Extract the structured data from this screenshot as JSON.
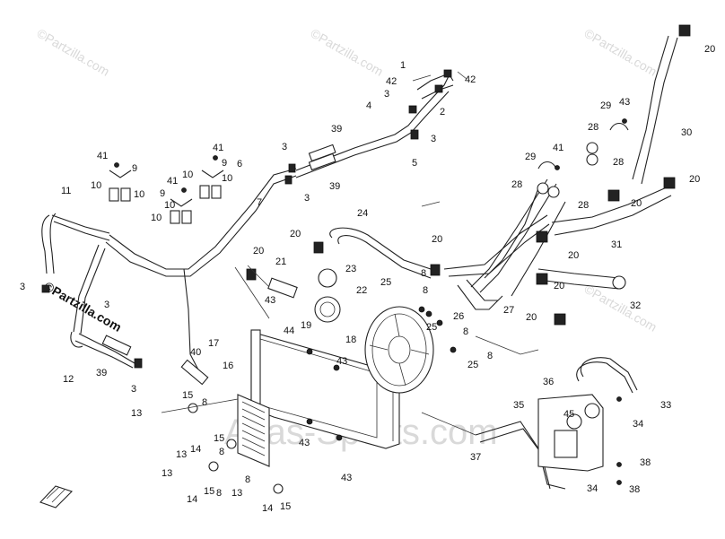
{
  "watermarks": {
    "partzilla": "©Partzilla.com",
    "partzilla_main": "©Partzilla.com",
    "center_text": "Atlas-Sports.com"
  },
  "callouts": [
    {
      "id": "c1",
      "label": "1"
    },
    {
      "id": "c2",
      "label": "2"
    },
    {
      "id": "c3a",
      "label": "3"
    },
    {
      "id": "c3b",
      "label": "3"
    },
    {
      "id": "c3c",
      "label": "3"
    },
    {
      "id": "c3d",
      "label": "3"
    },
    {
      "id": "c3e",
      "label": "3"
    },
    {
      "id": "c3f",
      "label": "3"
    },
    {
      "id": "c3g",
      "label": "3"
    },
    {
      "id": "c4",
      "label": "4"
    },
    {
      "id": "c5",
      "label": "5"
    },
    {
      "id": "c6",
      "label": "6"
    },
    {
      "id": "c7",
      "label": "7"
    },
    {
      "id": "c8a",
      "label": "8"
    },
    {
      "id": "c8b",
      "label": "8"
    },
    {
      "id": "c8c",
      "label": "8"
    },
    {
      "id": "c8d",
      "label": "8"
    },
    {
      "id": "c8e",
      "label": "8"
    },
    {
      "id": "c8f",
      "label": "8"
    },
    {
      "id": "c8g",
      "label": "8"
    },
    {
      "id": "c8h",
      "label": "8"
    },
    {
      "id": "c9a",
      "label": "9"
    },
    {
      "id": "c9b",
      "label": "9"
    },
    {
      "id": "c9c",
      "label": "9"
    },
    {
      "id": "c10a",
      "label": "10"
    },
    {
      "id": "c10b",
      "label": "10"
    },
    {
      "id": "c10c",
      "label": "10"
    },
    {
      "id": "c10d",
      "label": "10"
    },
    {
      "id": "c10e",
      "label": "10"
    },
    {
      "id": "c10f",
      "label": "10"
    },
    {
      "id": "c11",
      "label": "11"
    },
    {
      "id": "c12",
      "label": "12"
    },
    {
      "id": "c13a",
      "label": "13"
    },
    {
      "id": "c13b",
      "label": "13"
    },
    {
      "id": "c13c",
      "label": "13"
    },
    {
      "id": "c13d",
      "label": "13"
    },
    {
      "id": "c14a",
      "label": "14"
    },
    {
      "id": "c14b",
      "label": "14"
    },
    {
      "id": "c14c",
      "label": "14"
    },
    {
      "id": "c15a",
      "label": "15"
    },
    {
      "id": "c15b",
      "label": "15"
    },
    {
      "id": "c15c",
      "label": "15"
    },
    {
      "id": "c15d",
      "label": "15"
    },
    {
      "id": "c16",
      "label": "16"
    },
    {
      "id": "c17",
      "label": "17"
    },
    {
      "id": "c18",
      "label": "18"
    },
    {
      "id": "c19",
      "label": "19"
    },
    {
      "id": "c20a",
      "label": "20"
    },
    {
      "id": "c20b",
      "label": "20"
    },
    {
      "id": "c20c",
      "label": "20"
    },
    {
      "id": "c20d",
      "label": "20"
    },
    {
      "id": "c20e",
      "label": "20"
    },
    {
      "id": "c20f",
      "label": "20"
    },
    {
      "id": "c20g",
      "label": "20"
    },
    {
      "id": "c20h",
      "label": "20"
    },
    {
      "id": "c20i",
      "label": "20"
    },
    {
      "id": "c21",
      "label": "21"
    },
    {
      "id": "c22",
      "label": "22"
    },
    {
      "id": "c23",
      "label": "23"
    },
    {
      "id": "c24",
      "label": "24"
    },
    {
      "id": "c25a",
      "label": "25"
    },
    {
      "id": "c25b",
      "label": "25"
    },
    {
      "id": "c25c",
      "label": "25"
    },
    {
      "id": "c26",
      "label": "26"
    },
    {
      "id": "c27",
      "label": "27"
    },
    {
      "id": "c28a",
      "label": "28"
    },
    {
      "id": "c28b",
      "label": "28"
    },
    {
      "id": "c28c",
      "label": "28"
    },
    {
      "id": "c28d",
      "label": "28"
    },
    {
      "id": "c29a",
      "label": "29"
    },
    {
      "id": "c29b",
      "label": "29"
    },
    {
      "id": "c30",
      "label": "30"
    },
    {
      "id": "c31",
      "label": "31"
    },
    {
      "id": "c32",
      "label": "32"
    },
    {
      "id": "c33",
      "label": "33"
    },
    {
      "id": "c34a",
      "label": "34"
    },
    {
      "id": "c34b",
      "label": "34"
    },
    {
      "id": "c35",
      "label": "35"
    },
    {
      "id": "c36",
      "label": "36"
    },
    {
      "id": "c37",
      "label": "37"
    },
    {
      "id": "c38a",
      "label": "38"
    },
    {
      "id": "c38b",
      "label": "38"
    },
    {
      "id": "c39a",
      "label": "39"
    },
    {
      "id": "c39b",
      "label": "39"
    },
    {
      "id": "c39c",
      "label": "39"
    },
    {
      "id": "c40",
      "label": "40"
    },
    {
      "id": "c41a",
      "label": "41"
    },
    {
      "id": "c41b",
      "label": "41"
    },
    {
      "id": "c41c",
      "label": "41"
    },
    {
      "id": "c41d",
      "label": "41"
    },
    {
      "id": "c42a",
      "label": "42"
    },
    {
      "id": "c42b",
      "label": "42"
    },
    {
      "id": "c43a",
      "label": "43"
    },
    {
      "id": "c43b",
      "label": "43"
    },
    {
      "id": "c43c",
      "label": "43"
    },
    {
      "id": "c43d",
      "label": "43"
    },
    {
      "id": "c43e",
      "label": "43"
    },
    {
      "id": "c44",
      "label": "44"
    },
    {
      "id": "c45",
      "label": "45"
    }
  ]
}
